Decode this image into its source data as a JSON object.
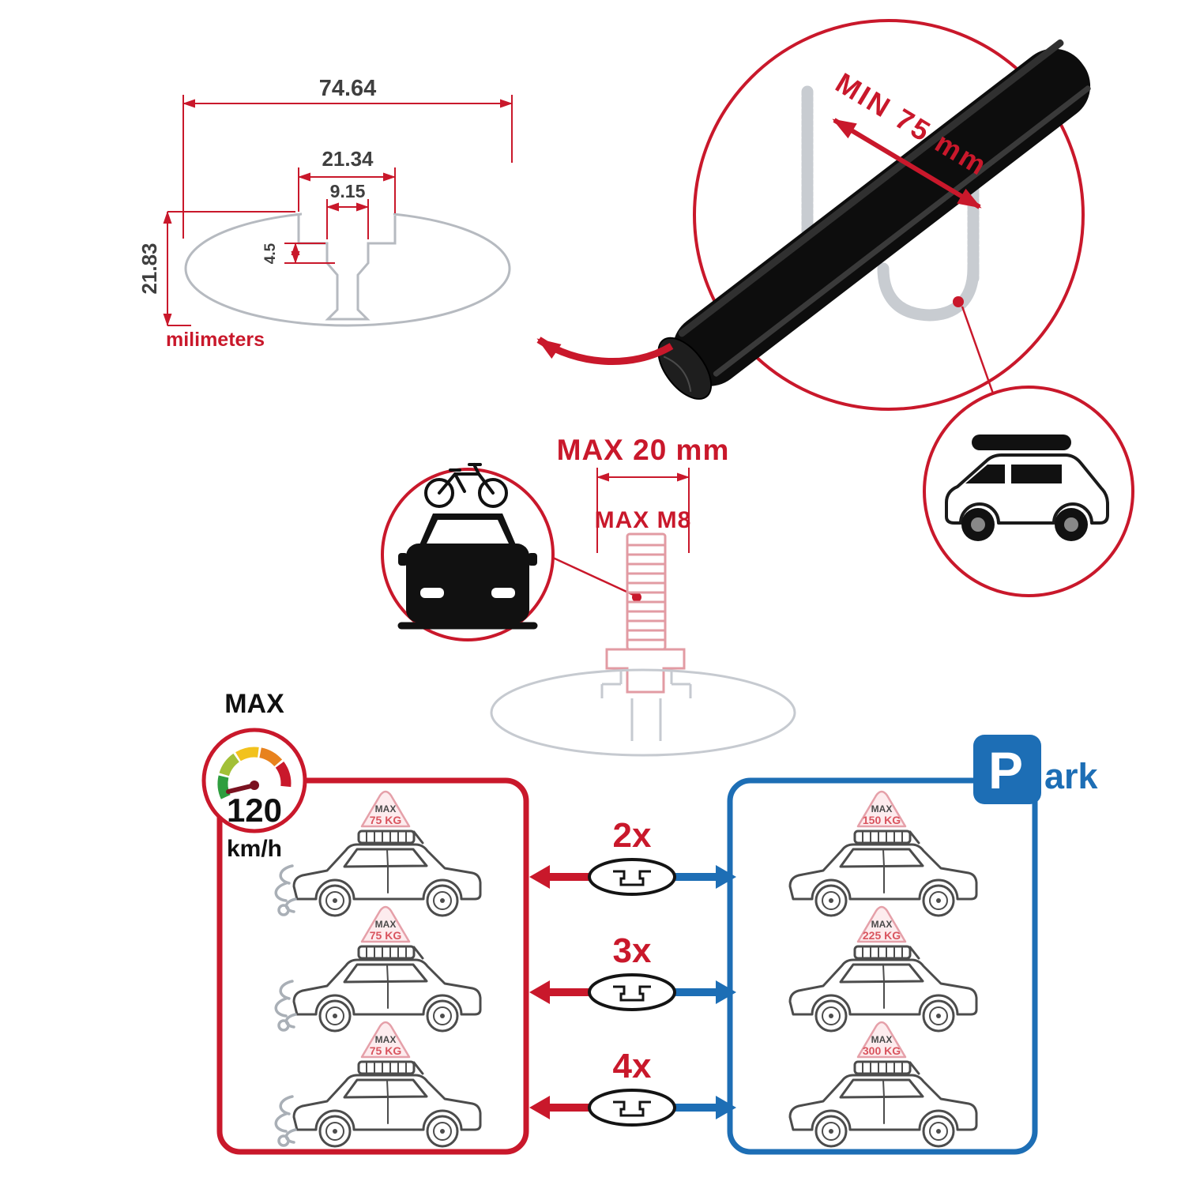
{
  "colors": {
    "accent_red": "#c9182b",
    "accent_blue": "#1d6eb5",
    "badge_pink": "#e5a0a9",
    "drawing_gray": "#b6bac0",
    "bar_black": "#0d0d0d"
  },
  "profile_dimensions": {
    "total_width": "74.64",
    "channel_width": "21.34",
    "slot_width": "9.15",
    "lip_depth": "4.5",
    "total_height": "21.83",
    "units": "milimeters"
  },
  "crossbar_detail": {
    "min_clamp_span": "MIN 75 mm"
  },
  "tbolt_detail": {
    "max_length": "MAX 20 mm",
    "max_thread": "MAX M8"
  },
  "speed_limit": {
    "label": "MAX",
    "value": "120",
    "unit": "km/h"
  },
  "bar_counts": [
    "2x",
    "3x",
    "4x"
  ],
  "driving_loads": [
    {
      "label": "MAX",
      "value": "75 KG"
    },
    {
      "label": "MAX",
      "value": "75 KG"
    },
    {
      "label": "MAX",
      "value": "75 KG"
    }
  ],
  "parking_loads": [
    {
      "label": "MAX",
      "value": "150 KG"
    },
    {
      "label": "MAX",
      "value": "225 KG"
    },
    {
      "label": "MAX",
      "value": "300 KG"
    }
  ],
  "park_sign": {
    "letter": "P",
    "suffix": "ark"
  }
}
